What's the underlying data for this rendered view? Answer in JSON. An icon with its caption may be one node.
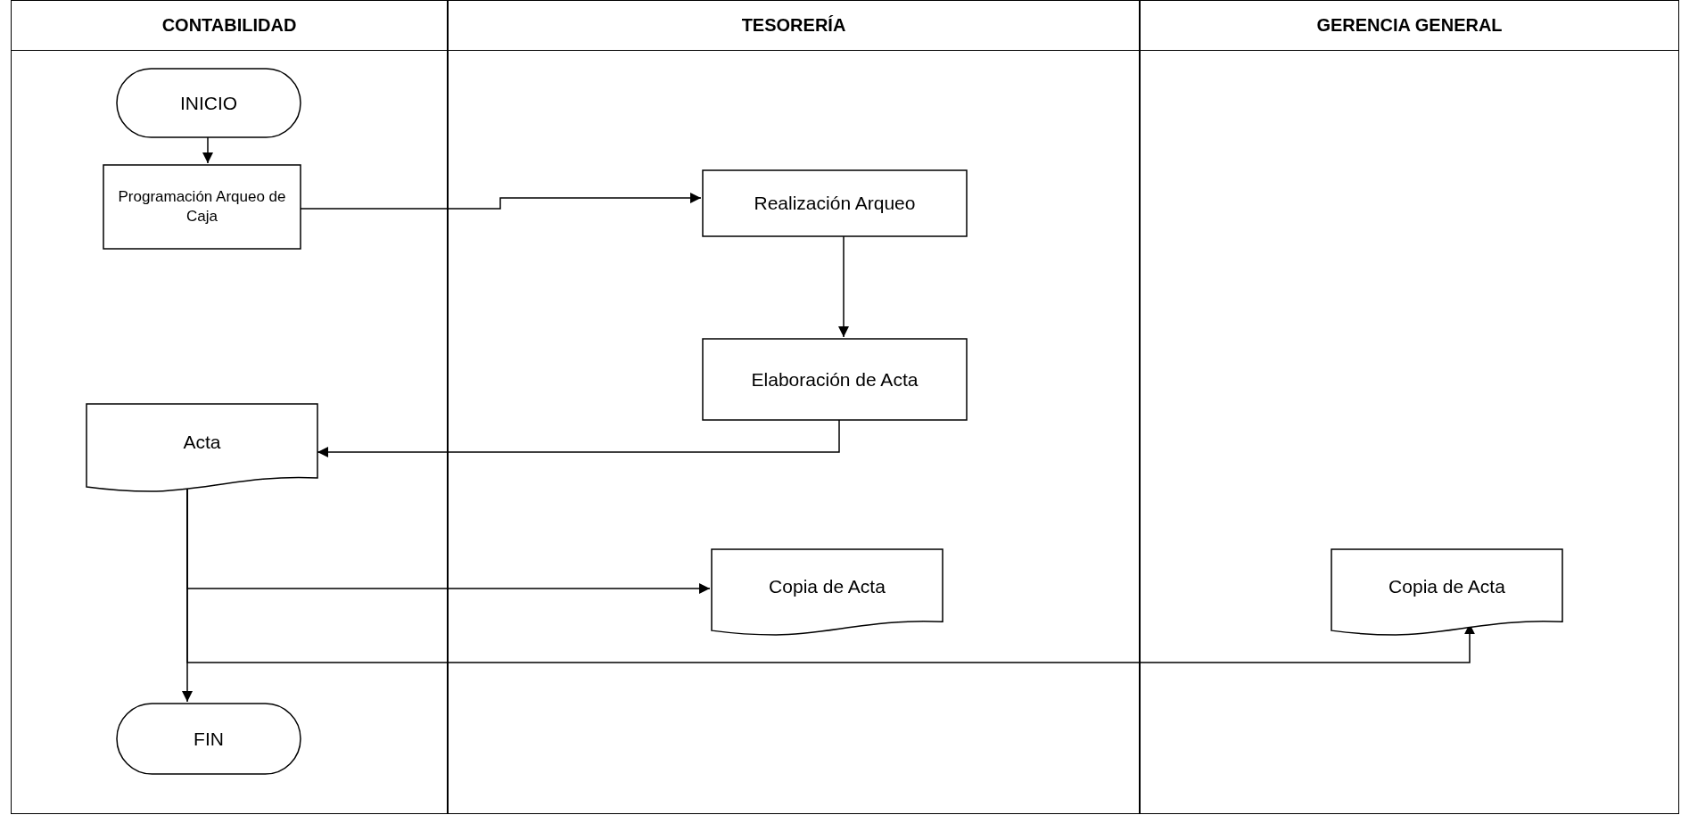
{
  "diagram": {
    "nodes": [
      {
        "text": [
          "CONTABILIDAD"
        ]
      },
      {
        "text": [
          "TESORERÍA"
        ]
      },
      {
        "text": [
          "GERENCIA GENERAL"
        ]
      },
      {
        "text": [
          "INICIO"
        ],
        "in": 0
      },
      {
        "text": [
          "Programación Arqueo de Caja"
        ],
        "in": 0
      },
      {
        "text": [
          "Realización Arqueo"
        ],
        "in": 1
      },
      {
        "text": [
          "Elaboración de Acta"
        ],
        "in": 1
      },
      {
        "text": [
          "Acta"
        ],
        "in": 0
      },
      {
        "text": [
          "Copia de Acta"
        ],
        "in": 1
      },
      {
        "text": [
          "Copia de Acta"
        ],
        "in": 2
      },
      {
        "text": [
          "FIN"
        ],
        "in": 0
      }
    ],
    "edges": [
      {
        "from": 3,
        "to": 4,
        "arrow": "to"
      },
      {
        "from": 4,
        "to": 5,
        "arrow": "to"
      },
      {
        "from": 5,
        "to": 6,
        "arrow": "to"
      },
      {
        "from": 6,
        "to": 7,
        "arrow": "to"
      },
      {
        "from": 7,
        "to": 8,
        "arrow": "to"
      },
      {
        "from": 7,
        "to": 9,
        "arrow": "to"
      },
      {
        "from": 7,
        "to": 10,
        "arrow": "to"
      }
    ]
  }
}
